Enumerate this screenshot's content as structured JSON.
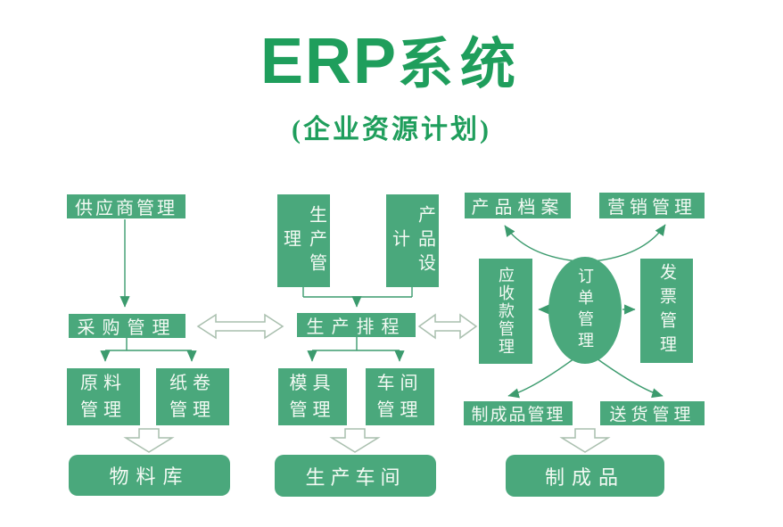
{
  "title": {
    "erp": "ERP",
    "zh": "系统",
    "subtitle": "(企业资源计划)"
  },
  "colors": {
    "box_green": "#4aa87c",
    "title_green": "#1f9e5c",
    "arrow_green": "#3c9b6e",
    "hollow_arrow_outline": "#a9bfae",
    "box_text": "#f4faf4"
  },
  "nodes": {
    "supplier": {
      "label": "供应商管理"
    },
    "purchase": {
      "label": "采购管理"
    },
    "raw_material": {
      "label": "原料管理"
    },
    "paper_roll": {
      "label": "纸卷管理"
    },
    "material_store": {
      "label": "物料库"
    },
    "production_mgmt": {
      "label": "生产管理"
    },
    "product_design": {
      "label": "产品设计"
    },
    "scheduling": {
      "label": "生产排程"
    },
    "mold": {
      "label": "模具管理"
    },
    "workshop": {
      "label": "车间管理"
    },
    "production_workshop": {
      "label": "生产车间"
    },
    "product_archive": {
      "label": "产品档案"
    },
    "marketing": {
      "label": "营销管理"
    },
    "receivables": {
      "label": "应收款管理"
    },
    "order": {
      "label": "订单管理"
    },
    "invoice": {
      "label": "发票管理"
    },
    "finished_mgmt": {
      "label": "制成品管理"
    },
    "delivery": {
      "label": "送货管理"
    },
    "finished_goods": {
      "label": "制成品"
    }
  }
}
